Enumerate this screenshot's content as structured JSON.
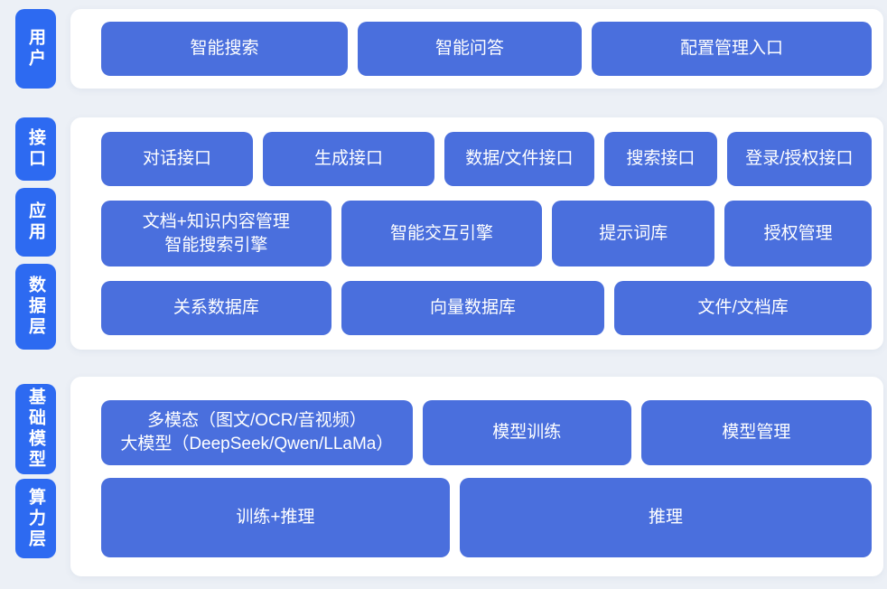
{
  "colors": {
    "page_bg": "#ecf0f6",
    "panel_bg": "#ffffff",
    "label_bg": "#2d6af1",
    "node_bg": "#4a6fdd",
    "node_text": "#ffffff"
  },
  "layers": {
    "user": "用户",
    "interface": "接口",
    "application": "应用",
    "data": "数据层",
    "foundation_model": "基础模型",
    "compute": "算力层"
  },
  "nodes": {
    "smart_search": "智能搜索",
    "smart_qa": "智能问答",
    "config_entry": "配置管理入口",
    "dialog_api": "对话接口",
    "generate_api": "生成接口",
    "data_file_api": "数据/文件接口",
    "search_api": "搜索接口",
    "login_auth_api": "登录/授权接口",
    "doc_knowledge_engine": "文档+知识内容管理\n智能搜索引擎",
    "interactive_engine": "智能交互引擎",
    "prompt_library": "提示词库",
    "auth_management": "授权管理",
    "relational_db": "关系数据库",
    "vector_db": "向量数据库",
    "file_doc_store": "文件/文档库",
    "multimodal_llm": "多模态（图文/OCR/音视频）\n大模型（DeepSeek/Qwen/LLaMa）",
    "model_training": "模型训练",
    "model_management": "模型管理",
    "training_inference": "训练+推理",
    "inference": "推理"
  }
}
